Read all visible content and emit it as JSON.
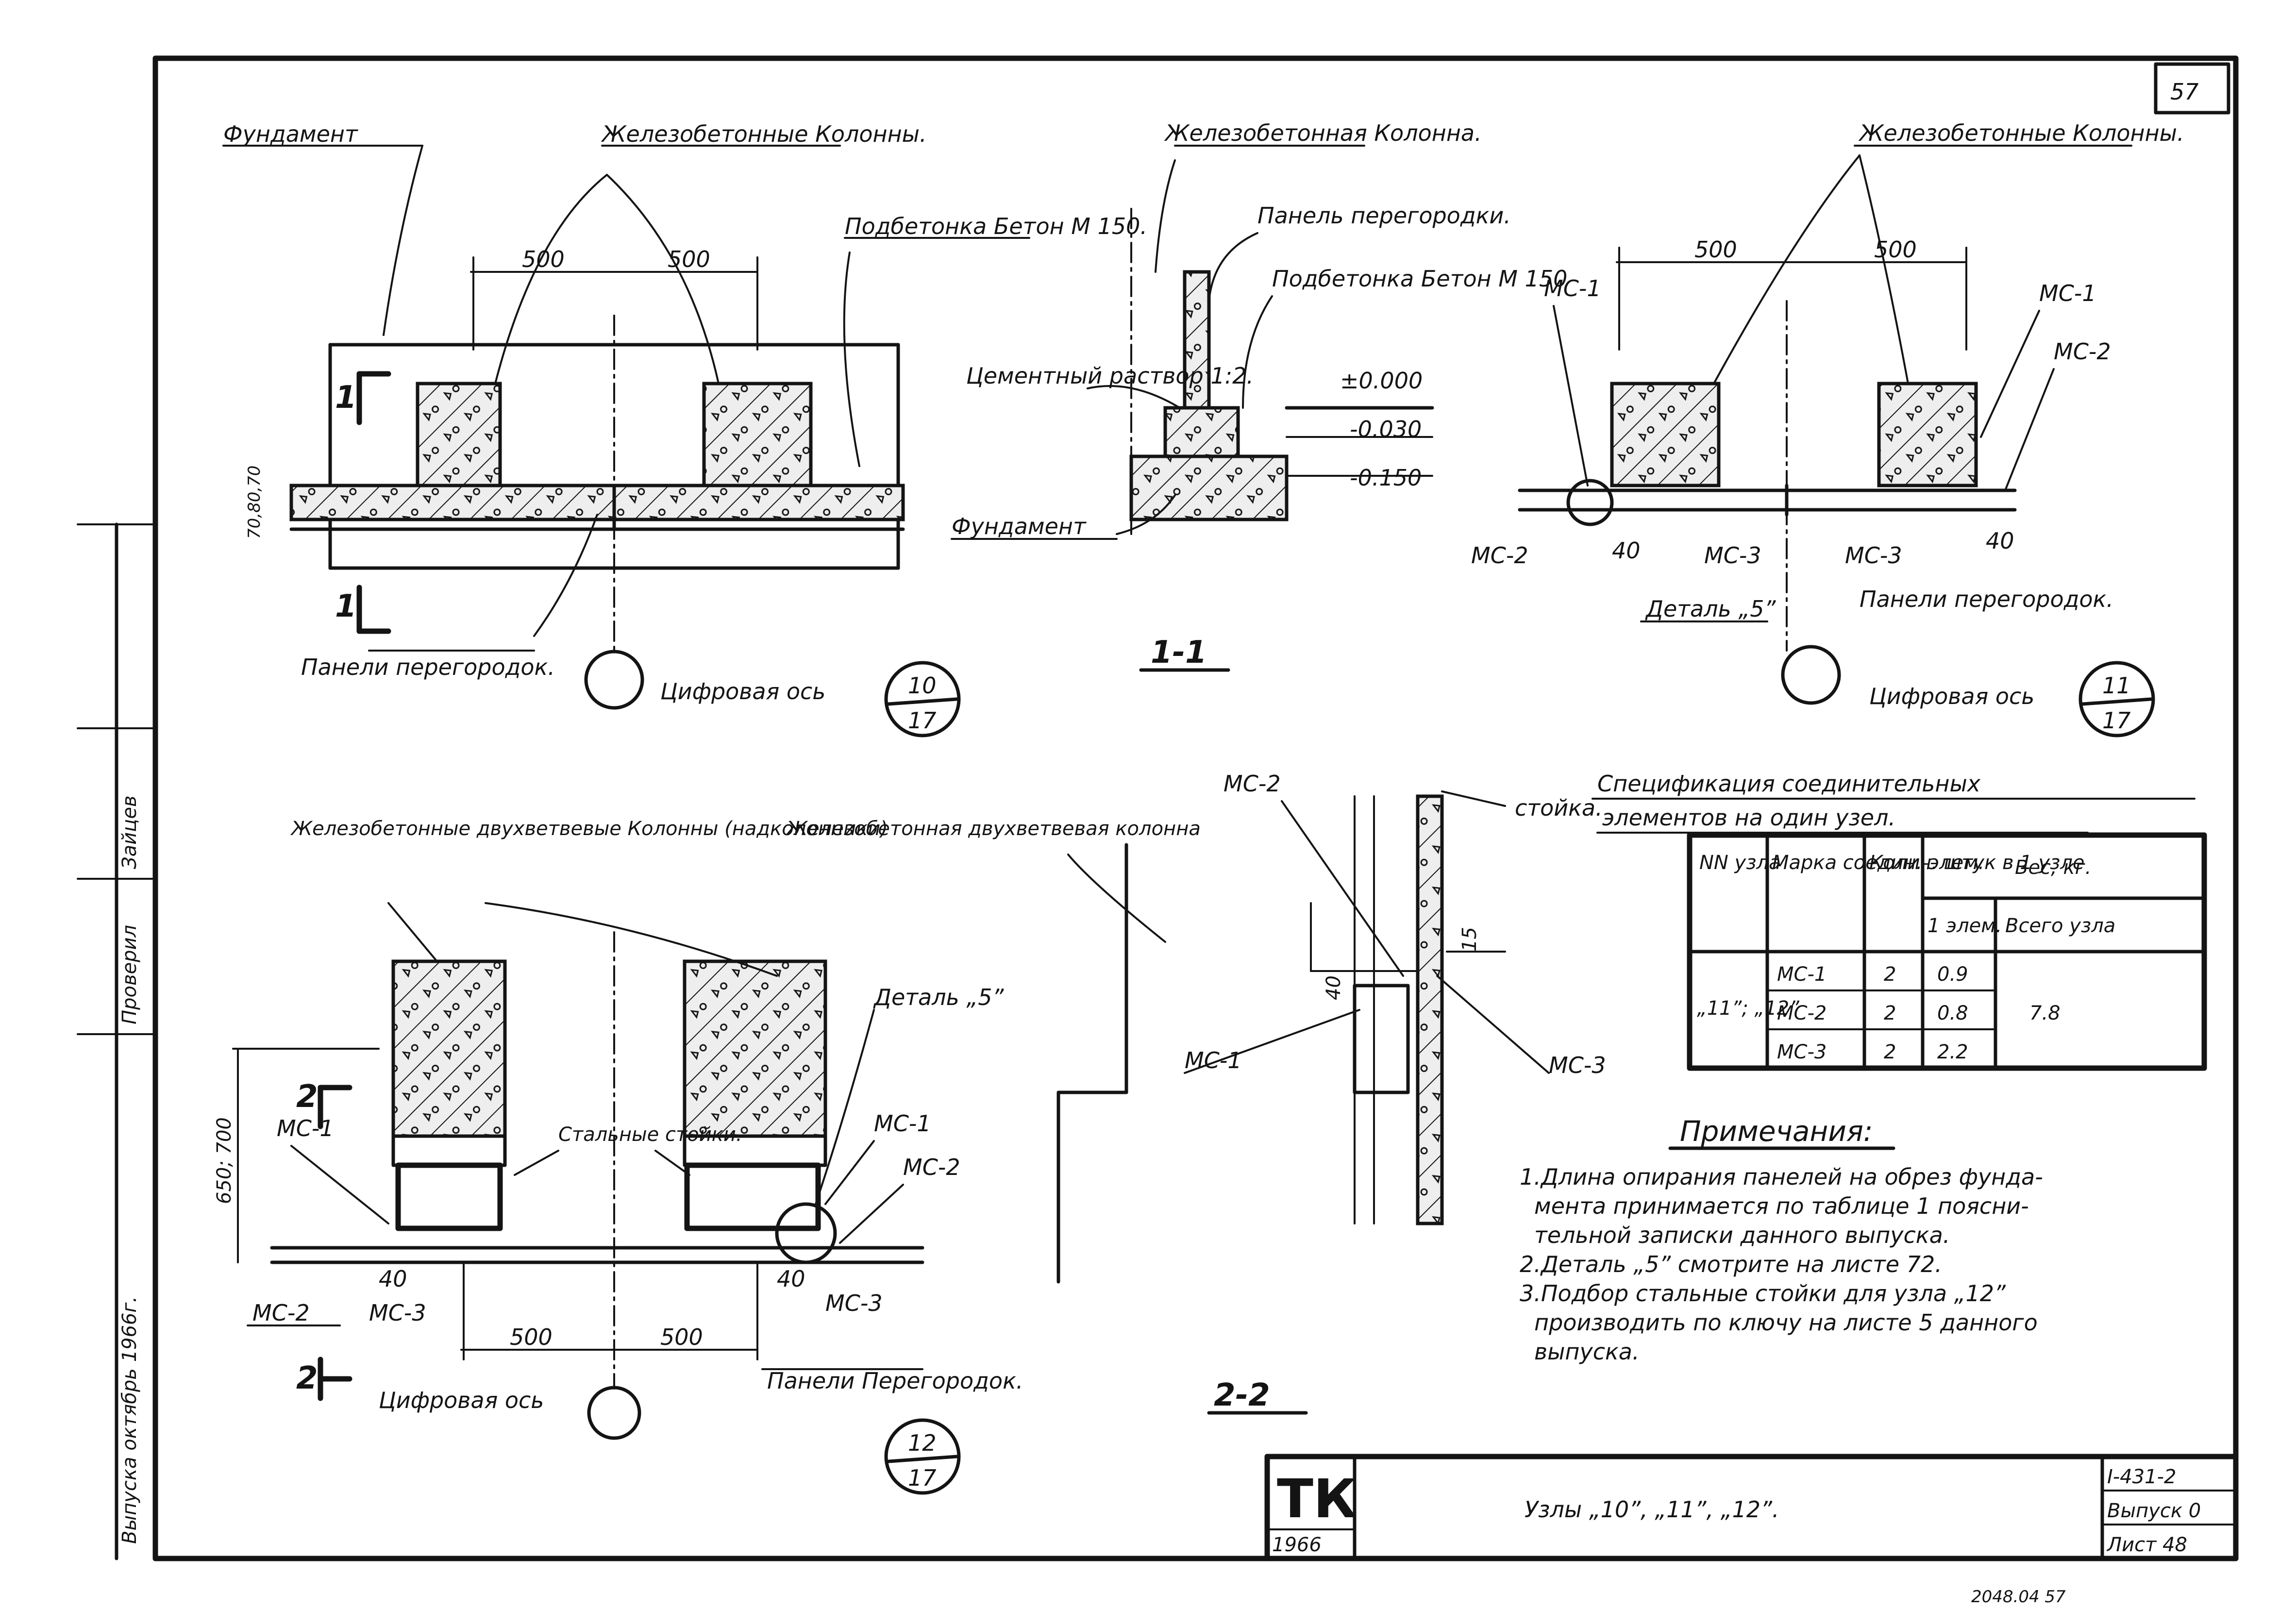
{
  "sheet": {
    "page_number": "57",
    "bottom_crop_text": "2048.04    57"
  },
  "node10": {
    "label_foundation": "Фундамент",
    "label_columns": "Железобетонные Колонны.",
    "label_grout": "Подбетонка Бетон М 150.",
    "dim_500_a": "500",
    "dim_500_b": "500",
    "dim_side": "70,80,70",
    "label_panels": "Панели перегородок.",
    "label_axis": "Цифровая ось",
    "section_mark": "1",
    "circle_num": "10",
    "circle_den": "17"
  },
  "section11": {
    "label_column": "Железобетонная Колонна.",
    "label_panel": "Панель перегородки.",
    "label_grout": "Подбетонка Бетон М 150",
    "label_mortar": "Цементный раствор 1:2.",
    "level_0": "±0.000",
    "level_1": "-0.030",
    "level_2": "-0.150",
    "label_foundation": "Фундамент",
    "title": "1-1"
  },
  "node11": {
    "label_columns": "Железобетонные Колонны.",
    "dim_500_a": "500",
    "dim_500_b": "500",
    "mc1_left": "МС-1",
    "mc1_right": "МС-1",
    "mc2_right": "МС-2",
    "mc2_left": "МС-2",
    "dim_40_a": "40",
    "dim_40_b": "40",
    "mc3_a": "МС-3",
    "mc3_b": "МС-3",
    "label_detail": "Деталь „5”",
    "label_panels": "Панели перегородок.",
    "label_axis": "Цифровая ось",
    "circle_num": "11",
    "circle_den": "17"
  },
  "node12": {
    "label_columns_left": "Железобетонные двухветвевые Колонны (надколонники)",
    "label_columns_right": "Железобетонная двухветвевая колонна",
    "label_detail": "Деталь „5”",
    "dim_height": "650; 700",
    "mc1_left": "МС-1",
    "mc1_right": "МС-1",
    "mc2_right": "МС-2",
    "mc2_left": "МС-2",
    "mc3_left": "МС-3",
    "mc3_right": "МС-3",
    "steel_posts": "Стальные стойки.",
    "dim_40_a": "40",
    "dim_40_b": "40",
    "dim_500_a": "500",
    "dim_500_b": "500",
    "label_panels": "Панели Перегородок.",
    "label_axis": "Цифровая ось",
    "section_mark": "2",
    "circle_num": "12",
    "circle_den": "17"
  },
  "section22": {
    "mc2": "МС-2",
    "mc1": "МС-1",
    "mc3": "МС-3",
    "label_post": "стойка.",
    "dim_40": "40",
    "dim_15": "15",
    "title": "2-2"
  },
  "spec": {
    "title_line1": "Спецификация соединительных",
    "title_line2": "элементов на один узел.",
    "headers": {
      "node": "NN узла",
      "mark": "Марка соедин. элем.",
      "qty": "Колич. штук в 1 узле",
      "weight": "Вес, кг.",
      "weight_one": "1 элем.",
      "weight_total": "Всего узла"
    },
    "node_label": "„11”; „12”",
    "rows": [
      {
        "mark": "МС-1",
        "qty": "2",
        "weight": "0.9"
      },
      {
        "mark": "МС-2",
        "qty": "2",
        "weight": "0.8"
      },
      {
        "mark": "МС-3",
        "qty": "2",
        "weight": "2.2"
      }
    ],
    "total": "7.8"
  },
  "notes": {
    "title": "Примечания:",
    "lines": [
      "1.Длина опирания панелей на обрез фунда-",
      "мента принимается по таблице 1 поясни-",
      "тельной записки данного выпуска.",
      "2.Деталь „5” смотрите на листе 72.",
      "3.Подбор  стальные  стойки для узла „12”",
      "производить по ключу на листе  5 данного",
      "выпуска."
    ]
  },
  "stamp": {
    "logo": "ТК",
    "year": "1966",
    "title": "Узлы „10”, „11”, „12”.",
    "code": "I-431-2",
    "issue": "Выпуск 0",
    "sheet": "Лист 48"
  },
  "side_strip": {
    "items": [
      "Выпуска октябрь 1966г.",
      "Проверил",
      "Зайцев"
    ]
  }
}
